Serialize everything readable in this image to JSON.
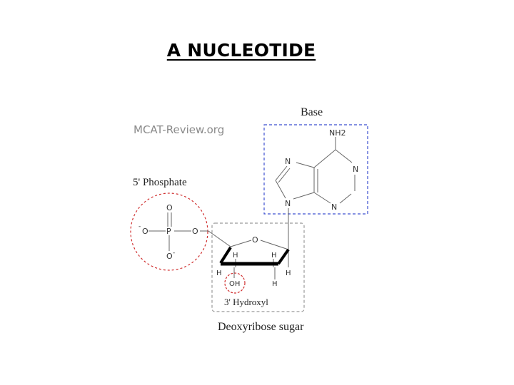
{
  "title": "A NUCLEOTIDE",
  "watermark": "MCAT-Review.org",
  "labels": {
    "base": "Base",
    "phosphate": "5' Phosphate",
    "hydroxyl": "3' Hydroxyl",
    "sugar": "Deoxyribose sugar"
  },
  "atoms": {
    "nh2": "NH2",
    "n_top_left": "N",
    "n_right_top": "N",
    "n_right_bottom": "N",
    "n_glycosidic": "N",
    "phosphorus": "P",
    "o_top": "O",
    "o_left": "O",
    "o_left_charge": "-",
    "o_bottom": "O",
    "o_bottom_charge": "-",
    "o_bridge": "O",
    "o_ring": "O",
    "h_c4": "H",
    "h_c1": "H",
    "h_c3": "H",
    "h_c2_right": "H",
    "oh": "OH",
    "h_c2_down": "H"
  },
  "colors": {
    "base_box": "#3c4fd0",
    "sugar_box": "#9a9a9a",
    "highlight_circle": "#d03030",
    "bond": "#666666",
    "thick_bond": "#000000"
  }
}
